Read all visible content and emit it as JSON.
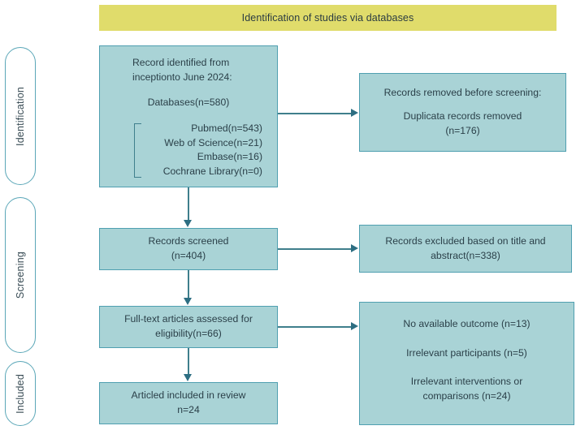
{
  "banner": {
    "title": "Identification of studies via databases",
    "color": "#e0dc6b"
  },
  "stages": [
    {
      "key": "identification",
      "label": "Identification"
    },
    {
      "key": "screening",
      "label": "Screening"
    },
    {
      "key": "included",
      "label": "Included"
    }
  ],
  "colors": {
    "box_fill": "#a9d3d6",
    "box_border": "#4f9fb0",
    "connector": "#3f7f8c",
    "arrow_head": "#2d6e82",
    "text": "#2b4049",
    "pill_border": "#5ba7b8"
  },
  "boxes": {
    "identified": {
      "line1": "Record identified from",
      "line2": "inceptionto June 2024:",
      "databases_total": "Databases(n=580)",
      "sources": [
        "Pubmed(n=543)",
        "Web of Science(n=21)",
        "Embase(n=16)",
        "Cochrane Library(n=0)"
      ]
    },
    "removed": {
      "line1": "Records removed before screening:",
      "line2": "Duplicata records removed",
      "line3": "(n=176)"
    },
    "screened": {
      "line1": "Records screened",
      "line2": "(n=404)"
    },
    "excluded": {
      "line1": "Records excluded based on title and",
      "line2": "abstract(n=338)"
    },
    "fulltext": {
      "line1": "Full-text articles assessed for",
      "line2": "eligibility(n=66)"
    },
    "reasons": {
      "r1": "No available outcome  (n=13)",
      "r2": "Irrelevant participants (n=5)",
      "r3a": "Irrelevant interventions or",
      "r3b": "comparisons (n=24)"
    },
    "included": {
      "line1": "Articled included in review",
      "line2": "n=24"
    }
  },
  "chart_data": {
    "type": "diagram",
    "subtype": "prisma-flow",
    "title": "Identification of studies via databases",
    "stages": [
      "Identification",
      "Screening",
      "Included"
    ],
    "nodes": [
      {
        "id": "identified",
        "stage": "Identification",
        "label": "Record identified from inceptionto June 2024: Databases(n=580)",
        "n": 580
      },
      {
        "id": "pubmed",
        "stage": "Identification",
        "label": "Pubmed",
        "n": 543
      },
      {
        "id": "wos",
        "stage": "Identification",
        "label": "Web of Science",
        "n": 21
      },
      {
        "id": "embase",
        "stage": "Identification",
        "label": "Embase",
        "n": 16
      },
      {
        "id": "cochrane",
        "stage": "Identification",
        "label": "Cochrane Library",
        "n": 0
      },
      {
        "id": "removed",
        "stage": "Identification",
        "label": "Records removed before screening: Duplicata records removed",
        "n": 176
      },
      {
        "id": "screened",
        "stage": "Screening",
        "label": "Records screened",
        "n": 404
      },
      {
        "id": "excluded",
        "stage": "Screening",
        "label": "Records excluded based on title and abstract",
        "n": 338
      },
      {
        "id": "fulltext",
        "stage": "Screening",
        "label": "Full-text articles assessed for eligibility",
        "n": 66
      },
      {
        "id": "no_outcome",
        "stage": "Screening",
        "label": "No available outcome",
        "n": 13
      },
      {
        "id": "irrelevant_participants",
        "stage": "Screening",
        "label": "Irrelevant participants",
        "n": 5
      },
      {
        "id": "irrelevant_interventions",
        "stage": "Screening",
        "label": "Irrelevant interventions or comparisons",
        "n": 24
      },
      {
        "id": "included",
        "stage": "Included",
        "label": "Articled included in review",
        "n": 24
      }
    ],
    "edges": [
      {
        "from": "identified",
        "to": "removed",
        "direction": "right"
      },
      {
        "from": "identified",
        "to": "screened",
        "direction": "down"
      },
      {
        "from": "screened",
        "to": "excluded",
        "direction": "right"
      },
      {
        "from": "screened",
        "to": "fulltext",
        "direction": "down"
      },
      {
        "from": "fulltext",
        "to": "reasons",
        "direction": "right"
      },
      {
        "from": "fulltext",
        "to": "included",
        "direction": "down"
      }
    ]
  }
}
